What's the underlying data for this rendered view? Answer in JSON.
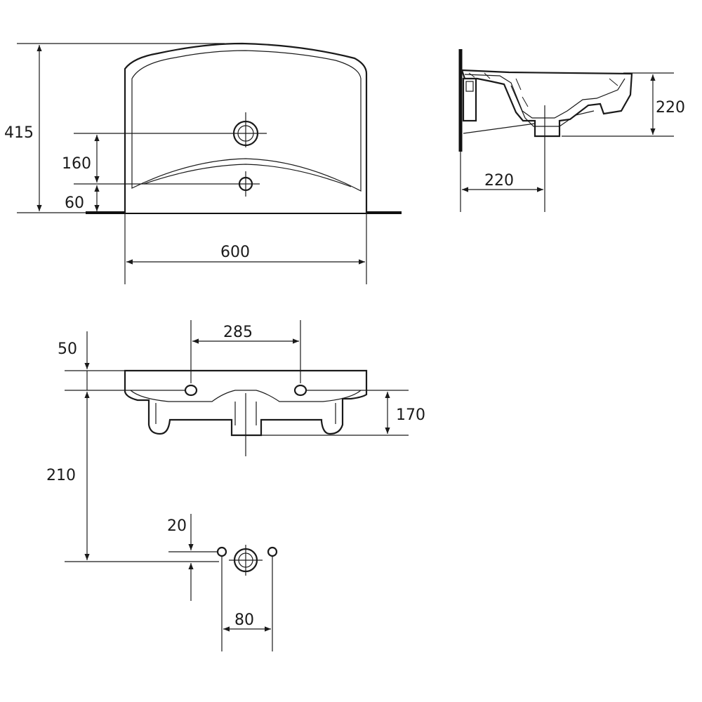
{
  "front_view": {
    "total_height": "415",
    "tap_hole_to_overflow": "160",
    "overflow_to_base": "60",
    "width": "600"
  },
  "side_view": {
    "basin_depth": "220",
    "waste_from_wall": "220"
  },
  "top_view": {
    "mount_from_front": "50",
    "mount_spacing": "285",
    "waste_height": "170",
    "bracket_drop": "210",
    "fixing_hole_size": "20",
    "fixing_spacing": "80"
  },
  "colors": {
    "line": "#1a1a1a",
    "background": "#ffffff"
  }
}
